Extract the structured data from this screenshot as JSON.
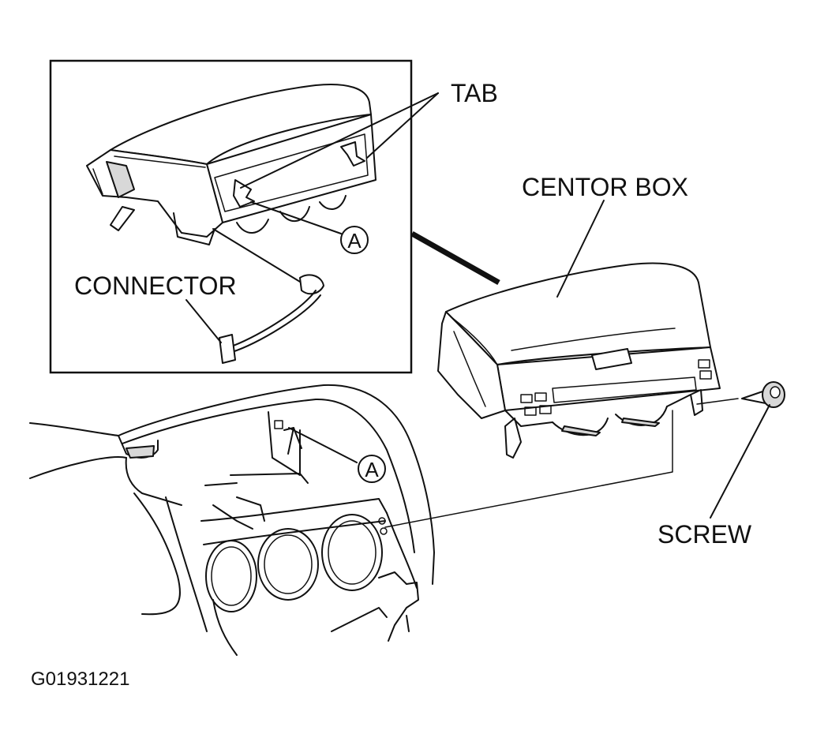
{
  "labels": {
    "tab": "TAB",
    "center_box": "CENTOR BOX",
    "connector": "CONNECTOR",
    "screw": "SCREW",
    "callout_a_inset": "A",
    "callout_a_dash": "A"
  },
  "figure_id": "G01931221"
}
